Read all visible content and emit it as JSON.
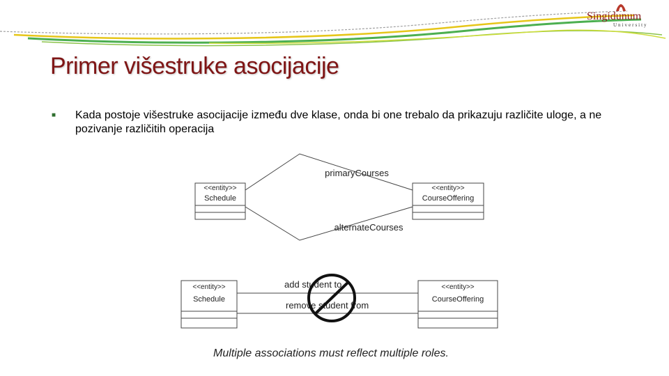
{
  "logo": {
    "name": "Singidunum",
    "sub": "University"
  },
  "slide": {
    "title": "Primer višestruke asocijacije",
    "bullet_icon": "square-bullet",
    "bullet_text": "Kada postoje višestruke asocijacije između dve klase, onda bi one trebalo da prikazuju različite uloge, a ne pozivanje različitih operacija"
  },
  "diagram": {
    "top": {
      "left_class": {
        "stereotype": "<<entity>>",
        "name": "Schedule"
      },
      "right_class": {
        "stereotype": "<<entity>>",
        "name": "CourseOffering"
      },
      "role_upper": "primaryCourses",
      "role_lower": "alternateCourses"
    },
    "bottom": {
      "left_class": {
        "stereotype": "<<entity>>",
        "name": "Schedule"
      },
      "right_class": {
        "stereotype": "<<entity>>",
        "name": "CourseOffering"
      },
      "assoc_upper": "add student to",
      "assoc_lower": "remove student from",
      "prohibition_icon": "no-sign-icon"
    },
    "caption": "Multiple associations must reflect multiple roles."
  },
  "colors": {
    "title": "#7f1515",
    "swoosh_green": "#4caf50",
    "swoosh_yellow": "#e6c619",
    "swoosh_gray": "#9e9e9e"
  }
}
